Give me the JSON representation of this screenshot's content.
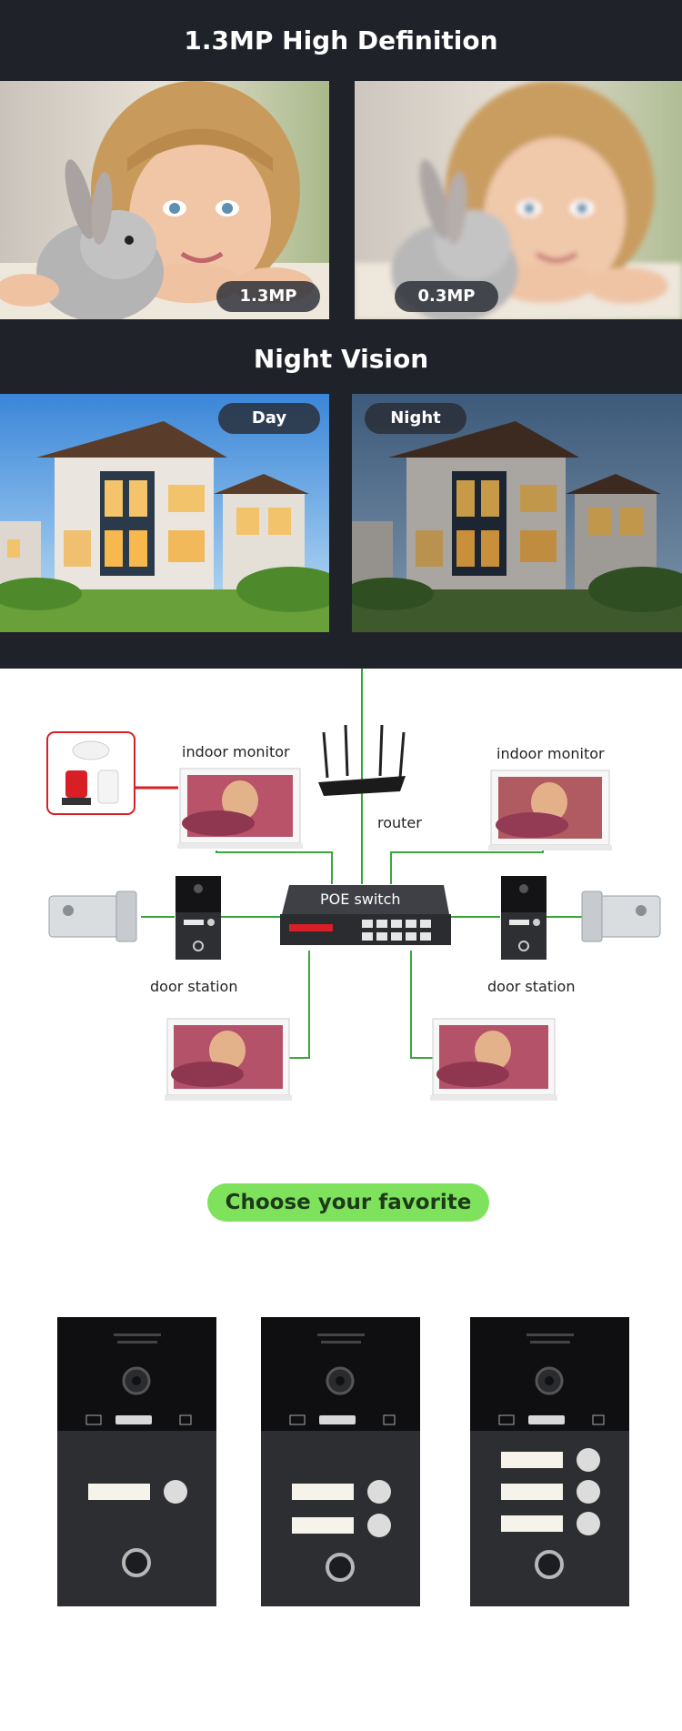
{
  "hd_section": {
    "title": "1.3MP High Definition",
    "left_label": "1.3MP",
    "right_label": "0.3MP"
  },
  "night_section": {
    "title": "Night Vision",
    "left_label": "Day",
    "right_label": "Night"
  },
  "diagram": {
    "indoor_monitor_left": "indoor monitor",
    "indoor_monitor_right": "indoor monitor",
    "router": "router",
    "poe_switch": "POE switch",
    "door_station_left": "door station",
    "door_station_right": "door station"
  },
  "choose_banner": "Choose your favorite",
  "colors": {
    "dark_bg": "#1f2228",
    "banner_green": "#7fe25c",
    "wire_green": "#3aa53a",
    "alarm_red": "#d81f26"
  },
  "products": [
    {
      "buttons": 1
    },
    {
      "buttons": 2
    },
    {
      "buttons": 3
    }
  ]
}
